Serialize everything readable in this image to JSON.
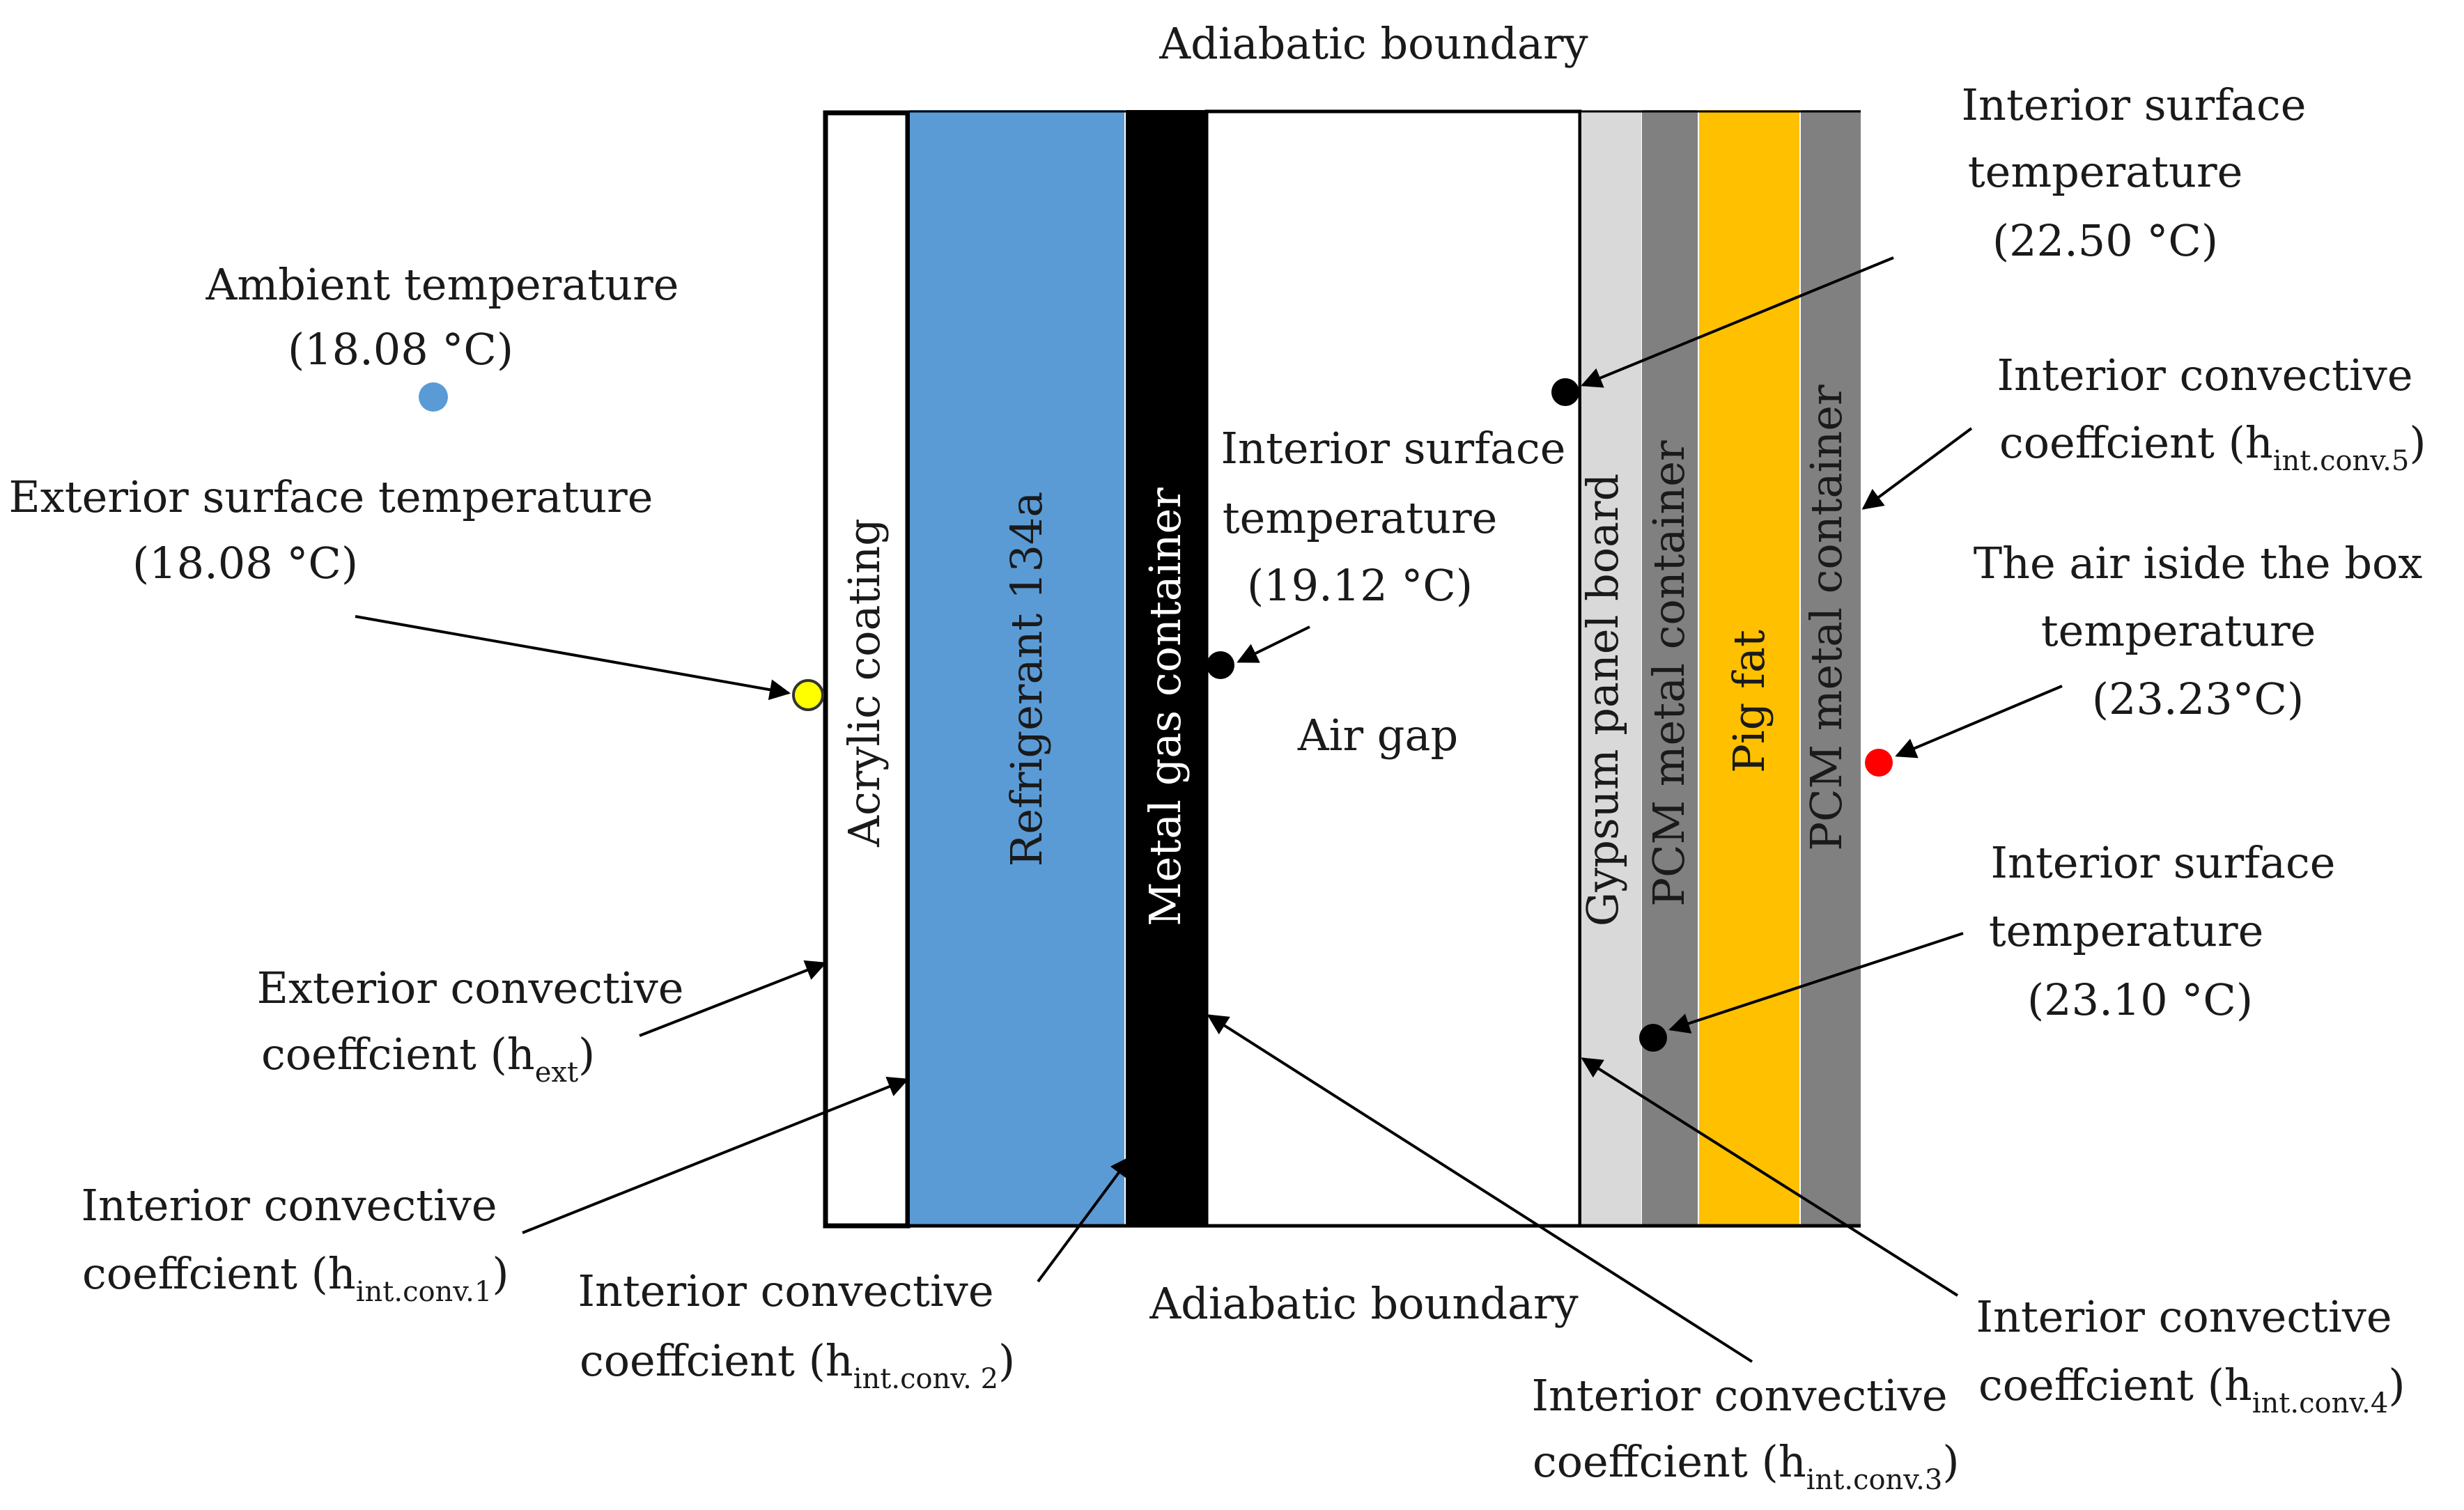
{
  "boundaries": {
    "top": "Adiabatic boundary",
    "bottom": "Adiabatic boundary"
  },
  "layers": [
    {
      "label": "Acrylic coating",
      "fill": "#ffffff",
      "text_color": "#1a1a1a"
    },
    {
      "label": "Refrigerant  134a",
      "fill": "#5b9bd5",
      "text_color": "#1a1a1a"
    },
    {
      "label": "Metal gas container",
      "fill": "#000000",
      "text_color": "#ffffff"
    },
    {
      "label": "Air gap",
      "fill": "#ffffff",
      "text_color": "#1a1a1a"
    },
    {
      "label": "Gypsum  panel board",
      "fill": "#d9d9d9",
      "text_color": "#1a1a1a"
    },
    {
      "label": "PCM metal container",
      "fill": "#808080",
      "text_color": "#1a1a1a"
    },
    {
      "label": "Pig fat",
      "fill": "#ffc000",
      "text_color": "#1a1a1a"
    },
    {
      "label": "PCM metal container",
      "fill": "#808080",
      "text_color": "#1a1a1a"
    }
  ],
  "temperatures": {
    "ambient": {
      "line1": "Ambient  temperature",
      "line2": "(18.08 °C)",
      "color": "#5b9bd5"
    },
    "exterior_surface": {
      "line1": "Exterior  surface  temperature",
      "line2": "(18.08 °C)",
      "color": "#ffff00"
    },
    "interior_surface_1": {
      "line1": "Interior  surface",
      "line2": "temperature",
      "line3": "(19.12 °C)",
      "color": "#000000"
    },
    "interior_surface_2": {
      "line1": "Interior  surface",
      "line2": "temperature",
      "line3": "(22.50 °C)",
      "color": "#000000"
    },
    "interior_surface_3": {
      "line1": "Interior  surface",
      "line2": "temperature",
      "line3": "(23.10 °C)",
      "color": "#000000"
    },
    "air_inside_box": {
      "line1": "The  air  iside  the  box",
      "line2": "temperature",
      "line3": "(23.23°C)",
      "color": "#ff0000"
    }
  },
  "coefficients": {
    "ext": {
      "line1": "Exterior  convective",
      "line2_prefix": "coeffcient  (h",
      "subscript": "ext",
      "suffix": ")"
    },
    "int1": {
      "line1": "Interior  convective",
      "line2_prefix": "coeffcient  (h",
      "subscript": "int.conv.1",
      "suffix": ")"
    },
    "int2": {
      "line1": "Interior  convective",
      "line2_prefix": "coeffcient  (h",
      "subscript": "int.conv. 2",
      "suffix": ")"
    },
    "int3": {
      "line1": "Interior  convective",
      "line2_prefix": "coeffcient  (h",
      "subscript": "int.conv.3",
      "suffix": ")"
    },
    "int4": {
      "line1": "Interior  convective",
      "line2_prefix": "coeffcient  (h",
      "subscript": "int.conv.4",
      "suffix": ")"
    },
    "int5": {
      "line1": "Interior  convective",
      "line2_prefix": "coeffcient  (h",
      "subscript": "int.conv.5",
      "suffix": ")"
    }
  }
}
